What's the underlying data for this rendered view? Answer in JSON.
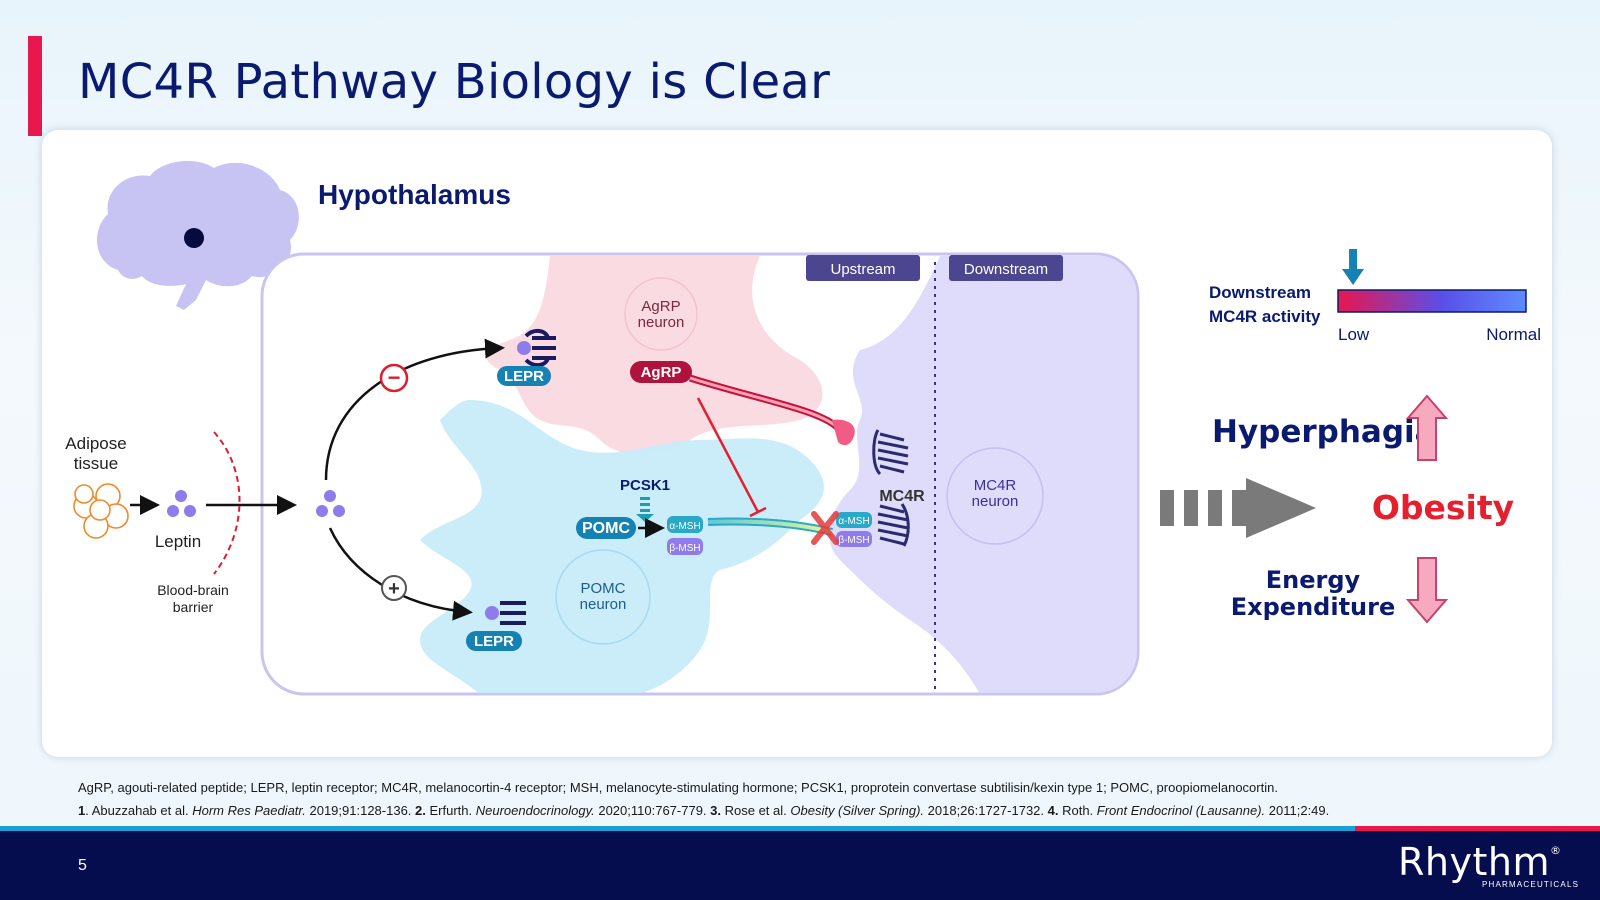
{
  "slide": {
    "title": "MC4R Pathway Biology is Clear",
    "page_number": "5",
    "logo": "Rhythm",
    "logo_mark": "®",
    "logo_sub": "PHARMACEUTICALS"
  },
  "diagram": {
    "region_title": "Hypothalamus",
    "tab_upstream": "Upstream",
    "tab_downstream": "Downstream",
    "adipose_label_1": "Adipose",
    "adipose_label_2": "tissue",
    "leptin_label": "Leptin",
    "bbb_label_1": "Blood-brain",
    "bbb_label_2": "barrier",
    "lepr_top": "LEPR",
    "lepr_bottom": "LEPR",
    "agrp_neuron_1": "AgRP",
    "agrp_neuron_2": "neuron",
    "agrp_pill": "AgRP",
    "pcsk1": "PCSK1",
    "pomc_pill": "POMC",
    "alpha_msh": "α-MSH",
    "beta_msh": "β-MSH",
    "alpha_msh_receptor": "α-MSH",
    "beta_msh_receptor": "β-MSH",
    "pomc_neuron_1": "POMC",
    "pomc_neuron_2": "neuron",
    "mc4r": "MC4R",
    "mc4r_neuron_1": "MC4R",
    "mc4r_neuron_2": "neuron",
    "minus_sign": "−",
    "plus_sign": "+"
  },
  "activity_scale": {
    "label_1": "Downstream",
    "label_2": "MC4R activity",
    "low": "Low",
    "normal": "Normal",
    "indicator_level": 0.08,
    "colors": [
      "#e8174e",
      "#5a4fe8",
      "#5e8bff"
    ]
  },
  "outcomes": {
    "hyperphagia": "Hyperphagia",
    "obesity": "Obesity",
    "energy_1": "Energy",
    "energy_2": "Expenditure"
  },
  "footnotes": {
    "abbreviations": "AgRP, agouti-related peptide; LEPR, leptin receptor; MC4R, melanocortin-4 receptor; MSH, melanocyte-stimulating hormone; PCSK1, proprotein convertase subtilisin/kexin type 1; POMC, proopiomelanocortin.",
    "ref1_num": "1",
    "ref1_text": ". Abuzzahab et al. ",
    "ref1_journal": "Horm Res Paediatr.",
    "ref1_cite": " 2019;91:128-136. ",
    "ref2_num": "2.",
    "ref2_text": " Erfurth. ",
    "ref2_journal": "Neuroendocrinology.",
    "ref2_cite": " 2020;110:767-779. ",
    "ref3_num": "3.",
    "ref3_text": " Rose et al. ",
    "ref3_journal": "Obesity (Silver Spring).",
    "ref3_cite": " 2018;26:1727-1732. ",
    "ref4_num": "4.",
    "ref4_text": " Roth. ",
    "ref4_journal": "Front Endocrinol (Lausanne).",
    "ref4_cite": " 2011;2:49."
  }
}
